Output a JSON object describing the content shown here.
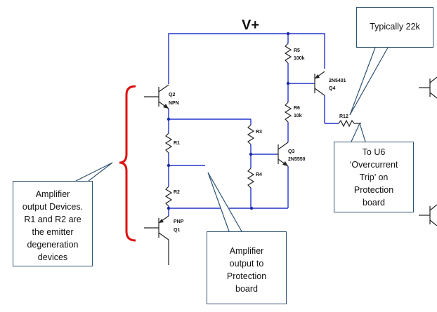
{
  "supply_label": "V+",
  "components": {
    "q1": {
      "ref": "Q1",
      "type": "PNP"
    },
    "q2": {
      "ref": "Q2",
      "type": "NPN"
    },
    "q3": {
      "ref": "Q3",
      "part": "2N5550"
    },
    "q4": {
      "ref": "Q4",
      "part": "2N5401"
    },
    "r1": {
      "ref": "R1"
    },
    "r2": {
      "ref": "R2"
    },
    "r3": {
      "ref": "R3"
    },
    "r4": {
      "ref": "R4"
    },
    "r5": {
      "ref": "R5",
      "value": "100k"
    },
    "r6": {
      "ref": "R6",
      "value": "10k"
    },
    "r12": {
      "ref": "R12"
    }
  },
  "callouts": {
    "amplifier_devices": "Amplifier\noutput Devices.\nR1 and R2 are\nthe emitter\ndegeneration\ndevices",
    "amplifier_output": "Amplifier\noutput to\nProtection\nboard",
    "typically": "Typically 22k",
    "to_u6": "To U6\n‘Overcurrent\nTrip’ on\nProtection\nboard"
  },
  "colors": {
    "wire": "#2233cc",
    "bracket": "#dd1111",
    "callout_border": "#2f5272",
    "component": "#222222"
  }
}
